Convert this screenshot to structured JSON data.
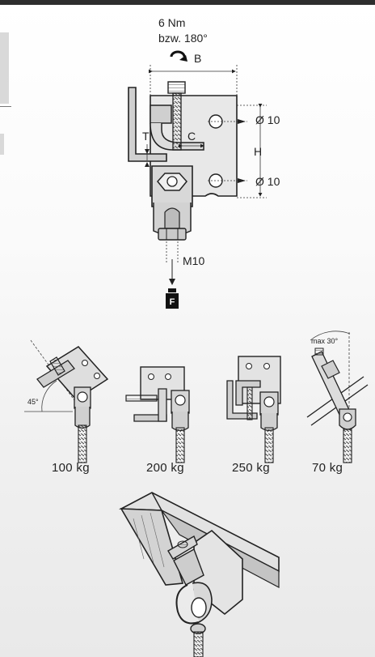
{
  "torque": {
    "value": "6 Nm",
    "alt": "bzw. 180°"
  },
  "dimensions": {
    "b": "B",
    "c": "C",
    "t": "T",
    "h": "H",
    "hole_top": "Ø 10",
    "hole_bottom": "Ø 10",
    "thread": "M10"
  },
  "load_symbol": "F",
  "variants": [
    {
      "angle": "45°",
      "load": "100 kg"
    },
    {
      "load": "200 kg"
    },
    {
      "load": "250 kg"
    },
    {
      "angle": "max 30°",
      "load": "70 kg"
    }
  ],
  "icons": [
    "rotation-arrow-icon",
    "weight-icon"
  ]
}
